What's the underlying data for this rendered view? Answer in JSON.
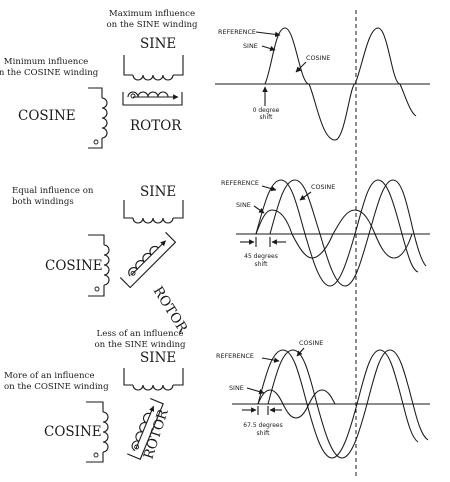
{
  "panels": [
    {
      "id": "p1",
      "annotation_top": [
        "Maximum influence",
        "on the SINE winding"
      ],
      "annotation_left": [
        "Minimum influence",
        "on the COSINE winding"
      ],
      "sine_label": "SINE",
      "cosine_label": "COSINE",
      "rotor_label": "ROTOR",
      "wave_labels": {
        "reference": "REFERENCE",
        "sine": "SINE",
        "cosine": "COSINE"
      },
      "shift_label": [
        "0 degree",
        "shift"
      ]
    },
    {
      "id": "p2",
      "annotation_left": [
        "Equal influence on",
        "both windings"
      ],
      "sine_label": "SINE",
      "cosine_label": "COSINE",
      "rotor_label": "ROTOR",
      "wave_labels": {
        "reference": "REFERENCE",
        "sine": "SINE",
        "cosine": "COSINE"
      },
      "shift_label": [
        "45 degrees",
        "shift"
      ]
    },
    {
      "id": "p3",
      "annotation_top": [
        "Less of an influence",
        "on the SINE winding"
      ],
      "annotation_left": [
        "More of an influence",
        "on the COSINE winding"
      ],
      "sine_label": "SINE",
      "cosine_label": "COSINE",
      "rotor_label": "ROTOR",
      "wave_labels": {
        "reference": "REFERENCE",
        "sine": "SINE",
        "cosine": "COSINE"
      },
      "shift_label": [
        "67.5 degrees",
        "shift"
      ]
    }
  ],
  "waveforms": [
    {
      "panel": "p1",
      "shift_degrees": 0
    },
    {
      "panel": "p2",
      "shift_degrees": 45
    },
    {
      "panel": "p3",
      "shift_degrees": 67.5
    }
  ]
}
